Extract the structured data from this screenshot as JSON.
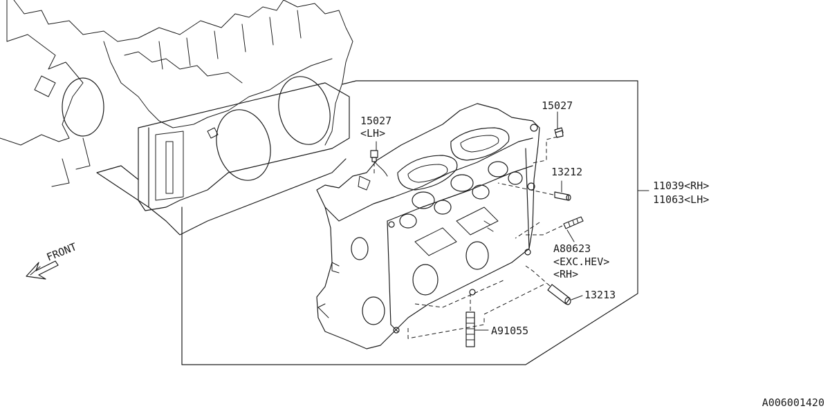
{
  "labels": {
    "p15027_rh": "15027",
    "p15027_lh": "15027",
    "p15027_lh_note": "<LH>",
    "p13212": "13212",
    "p11039": "11039<RH>",
    "p11063": "11063<LH>",
    "pA80623": "A80623",
    "pA80623_note1": "<EXC.HEV>",
    "pA80623_note2": "<RH>",
    "p13213": "13213",
    "pA91055": "A91055",
    "front": "FRONT"
  },
  "diagram_id": "A006001420",
  "colors": {
    "line": "#1a1a1a",
    "background": "#ffffff"
  }
}
